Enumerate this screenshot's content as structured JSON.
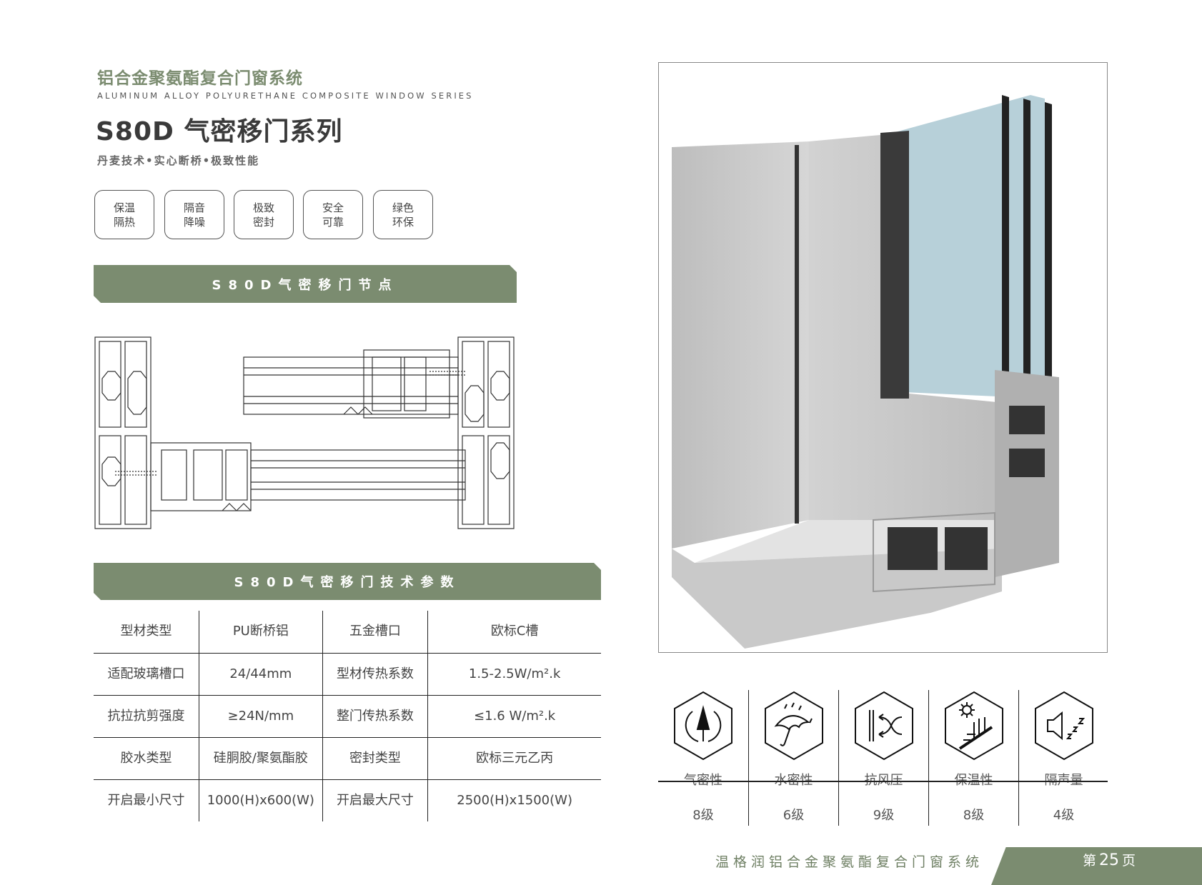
{
  "header": {
    "series_cn": "铝合金聚氨酯复合门窗系统",
    "series_en": "ALUMINUM ALLOY POLYURETHANE COMPOSITE WINDOW SERIES",
    "title": "S80D 气密移门系列",
    "tagline": "丹麦技术•实心断桥•极致性能"
  },
  "features": [
    {
      "line1": "保温",
      "line2": "隔热"
    },
    {
      "line1": "隔音",
      "line2": "降噪"
    },
    {
      "line1": "极致",
      "line2": "密封"
    },
    {
      "line1": "安全",
      "line2": "可靠"
    },
    {
      "line1": "绿色",
      "line2": "环保"
    }
  ],
  "section_nodes": "S80D气密移门节点",
  "section_params": "S80D气密移门技术参数",
  "params": [
    [
      "型材类型",
      "PU断桥铝",
      "五金槽口",
      "欧标C槽"
    ],
    [
      "适配玻璃槽口",
      "24/44mm",
      "型材传热系数",
      "1.5-2.5W/m².k"
    ],
    [
      "抗拉抗剪强度",
      "≥24N/mm",
      "整门传热系数",
      "≤1.6 W/m².k"
    ],
    [
      "胶水类型",
      "硅胴胶/聚氨酯胶",
      "密封类型",
      "欧标三元乙丙"
    ],
    [
      "开启最小尺寸",
      "1000(H)x600(W)",
      "开启最大尺寸",
      "2500(H)x1500(W)"
    ]
  ],
  "performance": [
    {
      "icon": "airtight-icon",
      "label": "气密性",
      "level": "8级"
    },
    {
      "icon": "umbrella-rain-icon",
      "label": "水密性",
      "level": "6级"
    },
    {
      "icon": "wind-pressure-icon",
      "label": "抗风压",
      "level": "9级"
    },
    {
      "icon": "sun-insulation-icon",
      "label": "保温性",
      "level": "8级"
    },
    {
      "icon": "sound-insulation-icon",
      "label": "隔声量",
      "level": "4级"
    }
  ],
  "footer": {
    "brand": "温格润铝合金聚氨酯复合门窗系统",
    "page_prefix": "第",
    "page": "25",
    "page_suffix": "页"
  },
  "colors": {
    "accent": "#7b8c70"
  }
}
